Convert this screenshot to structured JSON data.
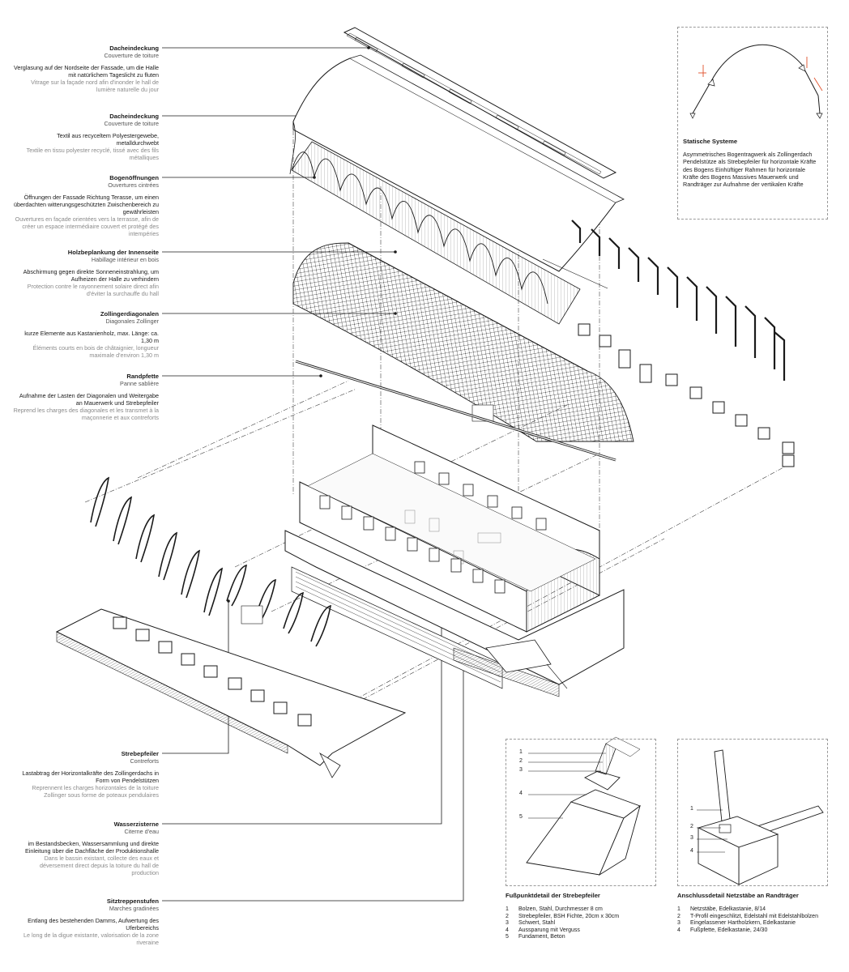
{
  "labels": [
    {
      "id": "dach1",
      "title": "Dacheindeckung",
      "subtitle": "Couverture de toiture",
      "de": "Verglasung auf der Nordseite der Fassade, um die Halle mit natürlichem Tageslicht zu fluten",
      "fr": "Vitrage sur la façade nord afin d'inonder le hall de lumière naturelle du jour"
    },
    {
      "id": "dach2",
      "title": "Dacheindeckung",
      "subtitle": "Couverture de toiture",
      "de": "Textil aus recyceltem Polyestergewebe, metalldurchwebt",
      "fr": "Textile en tissu polyester recyclé, tissé avec des fils métalliques"
    },
    {
      "id": "bogen",
      "title": "Bogenöffnungen",
      "subtitle": "Ouvertures cintrées",
      "de": "Öffnungen der Fassade Richtung Terasse, um einen überdachten witterungsgeschützten Zwischenbereich zu gewährleisten",
      "fr": "Ouvertures en façade orientées vers la terrasse, afin de créer un espace intermédiaire couvert et protégé des intempéries"
    },
    {
      "id": "holz",
      "title": "Holzbeplankung der Innenseite",
      "subtitle": "Habillage intérieur en bois",
      "de": "Abschirmung gegen direkte Sonneneinstrahlung, um Aufheizen der Halle zu verhindern",
      "fr": "Protection contre le rayonnement solaire direct afin d'éviter la surchauffe du hall"
    },
    {
      "id": "zoll",
      "title": "Zollingerdiagonalen",
      "subtitle": "Diagonales Zollinger",
      "de": "kurze Elemente aus Kastanienholz, max. Länge: ca. 1,30 m",
      "fr": "Éléments courts en bois de châtaignier, longueur maximale d'environ 1,30 m"
    },
    {
      "id": "rand",
      "title": "Randpfette",
      "subtitle": "Panne sablière",
      "de": "Aufnahme der Lasten der Diagonalen und Weitergabe an Mauerwerk und Strebepfeiler",
      "fr": "Reprend les charges des diagonales et les transmet à la maçonnerie et aux contreforts"
    },
    {
      "id": "streb",
      "title": "Strebepfeiler",
      "subtitle": "Contreforts",
      "de": "Lastabtrag der Horizontalkräfte des Zollingerdachs in Form von Pendelstützen",
      "fr": "Reprennent les charges horizontales de la toiture Zollinger sous forme de poteaux pendulaires"
    },
    {
      "id": "wasser",
      "title": "Wasserzisterne",
      "subtitle": "Citerne d'eau",
      "de": "im Bestandsbecken, Wassersammlung und direkte Einleitung über die Dachfläche der Produktionshalle",
      "fr": "Dans le bassin existant, collecte des eaux et déversement direct depuis la toiture du hall de production"
    },
    {
      "id": "sitz",
      "title": "Sitztreppenstufen",
      "subtitle": "Marches gradinées",
      "de": "Entlang des bestehenden Damms, Aufwertung des Uferbereichs",
      "fr": "Le long de la digue existante, valorisation de la zone riveraine"
    }
  ],
  "statik": {
    "title": "Statische Systeme",
    "text": "Asymmetrisches Bogentragwerk als Zollingerdach Pendelstütze als Strebepfeiler für horizontale Kräfte des Bogens Einhüftiger Rahmen für horizontale Kräfte des Bogens Massives Mauerwerk und Randträger zur Aufnahme der vertikalen Kräfte"
  },
  "detail1": {
    "title": "Fußpunktdetail der Strebepfeiler",
    "items": [
      {
        "n": "1",
        "t": "Bolzen, Stahl, Durchmesser 8 cm"
      },
      {
        "n": "2",
        "t": "Strebepfeiler, BSH Fichte, 20cm x 30cm"
      },
      {
        "n": "3",
        "t": "Schwert, Stahl"
      },
      {
        "n": "4",
        "t": "Aussparung mit Verguss"
      },
      {
        "n": "5",
        "t": "Fundament, Beton"
      }
    ]
  },
  "detail2": {
    "title": "Anschlussdetail Netzstäbe an Randträger",
    "items": [
      {
        "n": "1",
        "t": "Netzstäbe, Edelkastanie, 8/14"
      },
      {
        "n": "2",
        "t": "T-Profil eingeschlitzt, Edelstahl mit Edelstahlbolzen"
      },
      {
        "n": "3",
        "t": "Eingelassener Hartholzkern, Edelkastanie"
      },
      {
        "n": "4",
        "t": "Fußpfette, Edelkastanie, 24/30"
      }
    ]
  },
  "colors": {
    "line": "#1a1a1a",
    "muted": "#8a8a8a",
    "accent": "#e0502a"
  }
}
